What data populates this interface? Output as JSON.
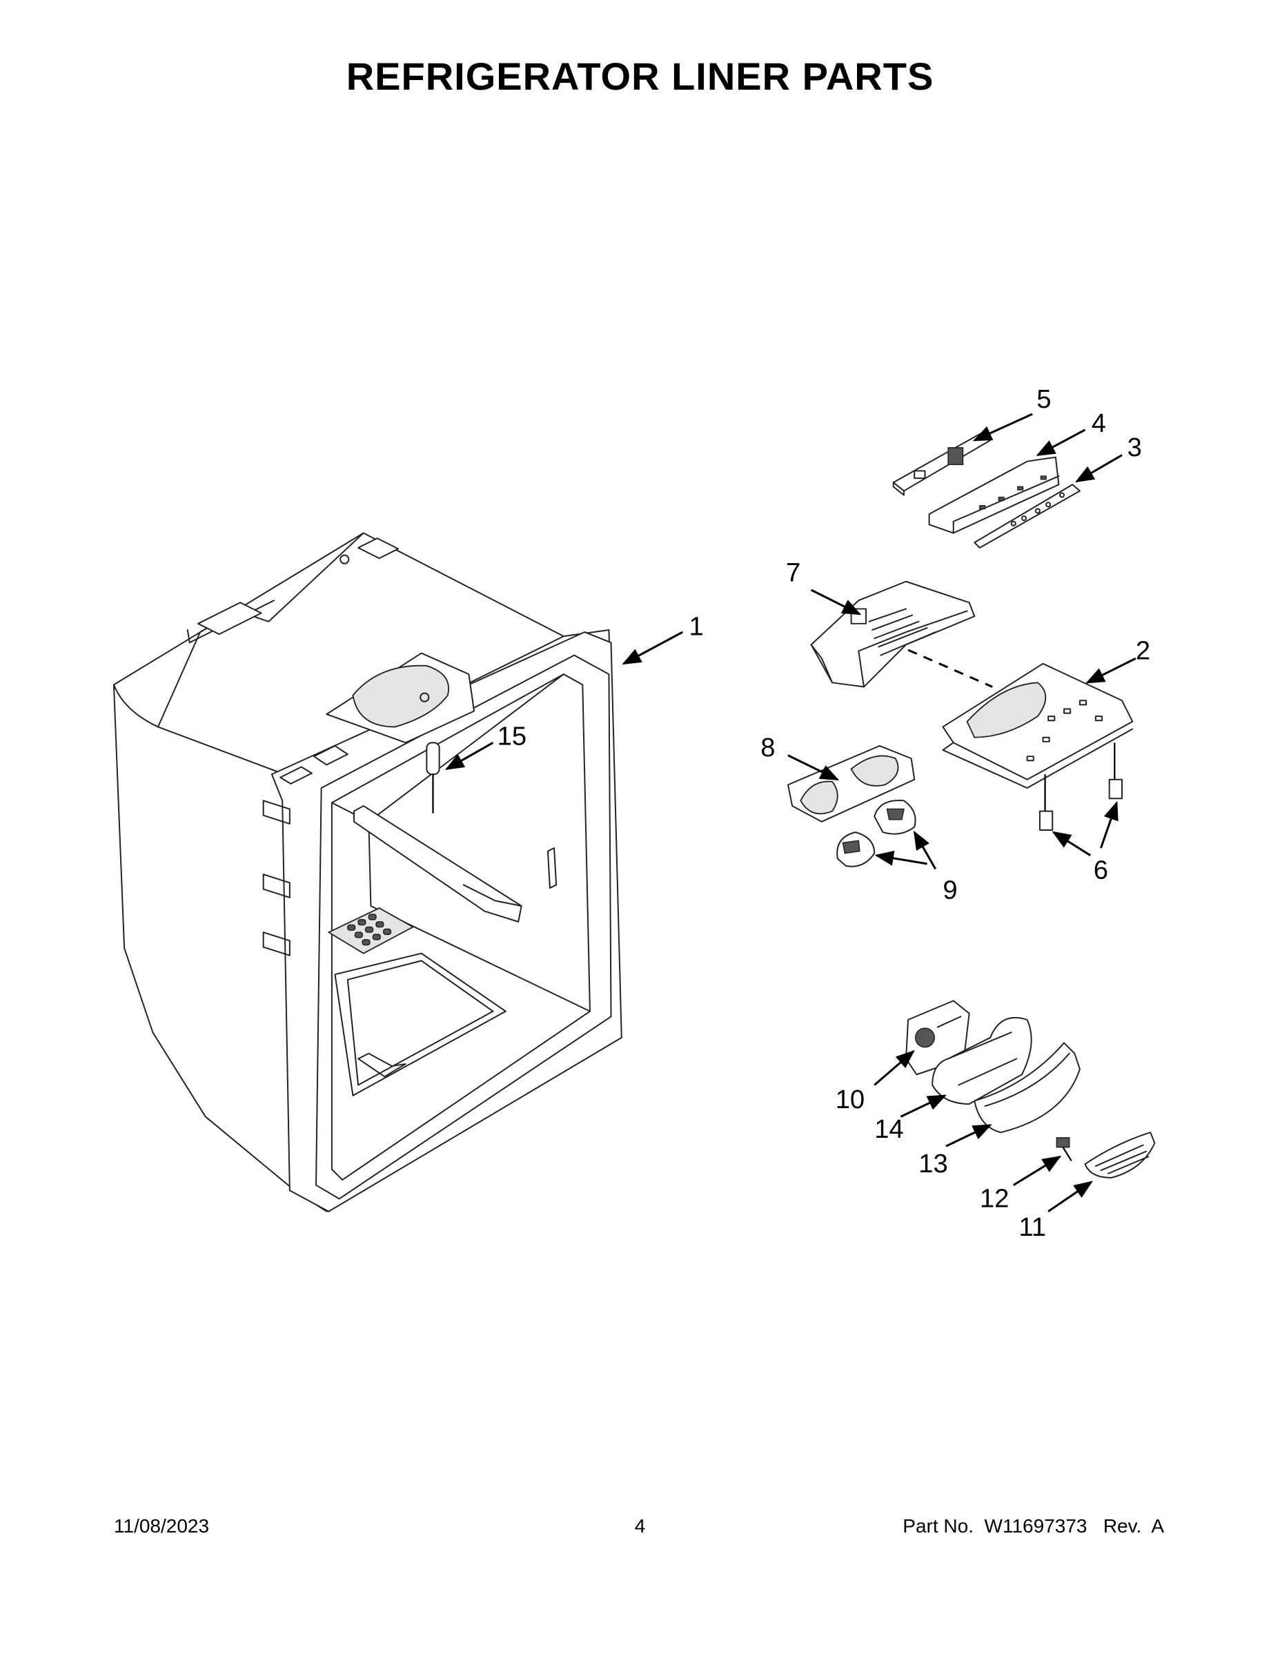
{
  "title": "REFRIGERATOR LINER PARTS",
  "footer": {
    "date": "11/08/2023",
    "page": "4",
    "part_label": "Part No.",
    "part_number": "W11697373",
    "revision": "Rev.  A"
  },
  "callouts": [
    "1",
    "2",
    "3",
    "4",
    "5",
    "6",
    "7",
    "8",
    "9",
    "10",
    "11",
    "12",
    "13",
    "14",
    "15"
  ]
}
